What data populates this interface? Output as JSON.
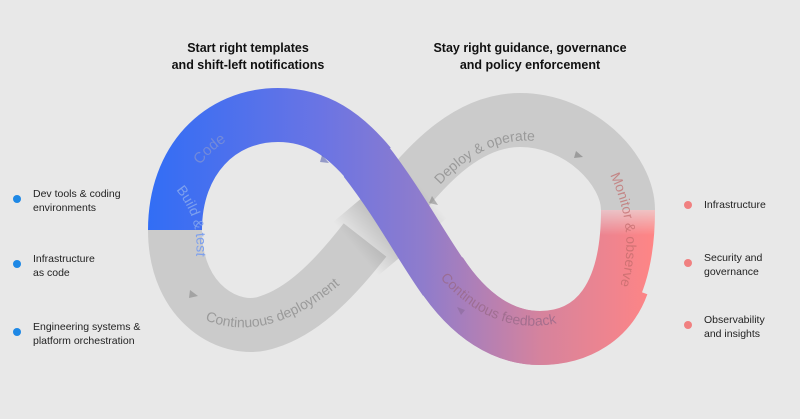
{
  "headings": {
    "left": [
      "Start right templates",
      "and shift-left notifications"
    ],
    "right": [
      "Stay right guidance, governance",
      "and policy enforcement"
    ]
  },
  "loop_labels": {
    "code": "Code",
    "build_test": "Build & test",
    "continuous_deployment": "Continuous deployment",
    "deploy_operate": "Deploy & operate",
    "monitor_observe": "Monitor & observe",
    "continuous_feedback": "Continuous feedback"
  },
  "left_items": [
    [
      "Dev tools & coding",
      "environments"
    ],
    [
      "Infrastructure",
      "as code"
    ],
    [
      "Engineering systems &",
      "platform orchestration"
    ]
  ],
  "right_items": [
    [
      "Infrastructure"
    ],
    [
      "Security and",
      "governance"
    ],
    [
      "Observability",
      "and insights"
    ]
  ],
  "colors": {
    "blue": "#2f6df6",
    "purple": "#8a78d0",
    "coral": "#ff8585",
    "gray_band": "#cbcbcb",
    "left_dot": "#1e88e5",
    "right_dot": "#f08080"
  }
}
